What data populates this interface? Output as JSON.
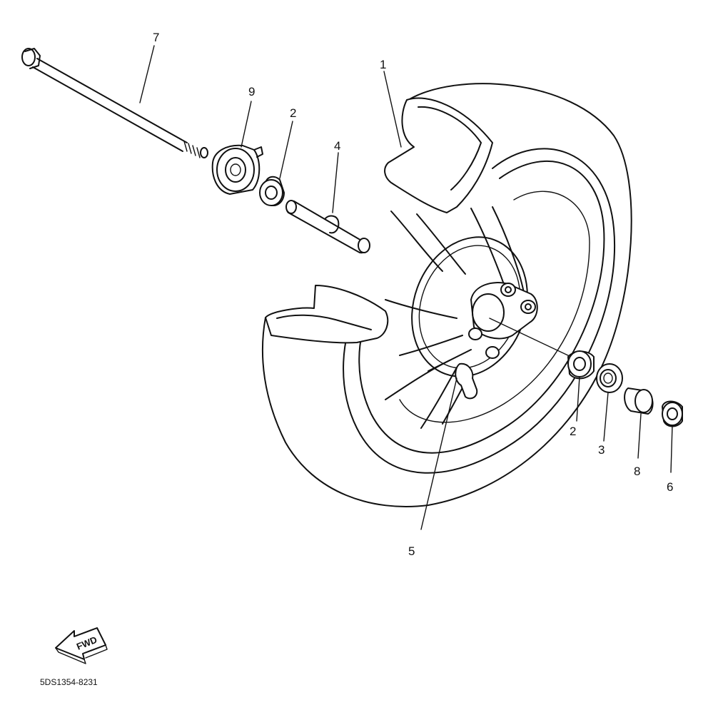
{
  "callouts": [
    {
      "id": "c1",
      "text": "1"
    },
    {
      "id": "c2a",
      "text": "2"
    },
    {
      "id": "c2b",
      "text": "2"
    },
    {
      "id": "c3",
      "text": "3"
    },
    {
      "id": "c4",
      "text": "4"
    },
    {
      "id": "c5",
      "text": "5"
    },
    {
      "id": "c6",
      "text": "6"
    },
    {
      "id": "c7",
      "text": "7"
    },
    {
      "id": "c8",
      "text": "8"
    },
    {
      "id": "c9",
      "text": "9"
    }
  ],
  "direction_marker": {
    "text": "FWD",
    "icon": "forward-arrow-icon"
  },
  "drawing_code": "5DS1354-8231"
}
